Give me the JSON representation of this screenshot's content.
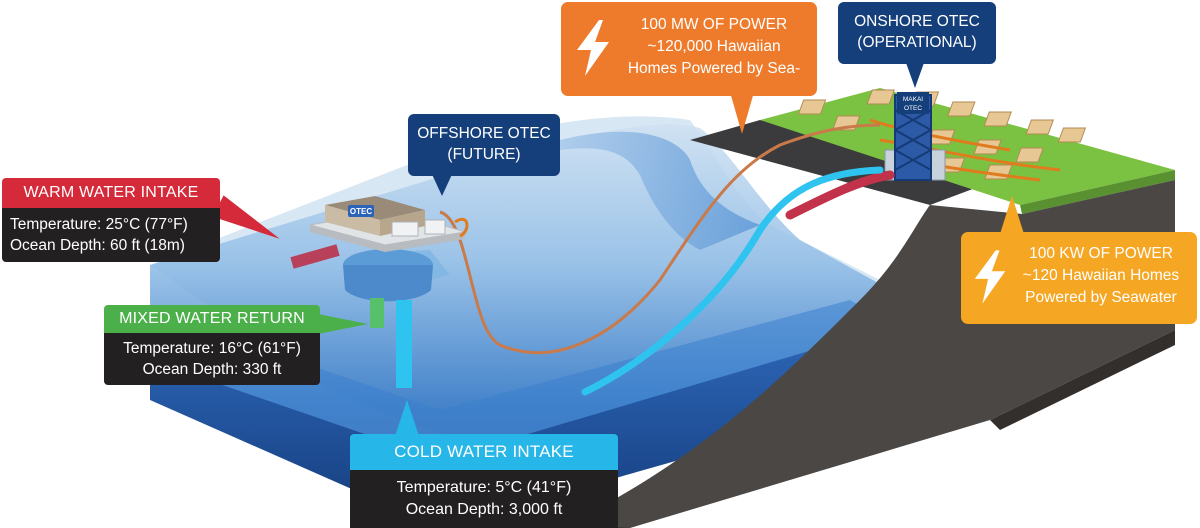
{
  "warm_intake": {
    "title": "WARM WATER INTAKE",
    "line1": "Temperature: 25°C (77°F)",
    "line2": "Ocean Depth: 60 ft (18m)",
    "color": "#d42a3a"
  },
  "mixed_return": {
    "title": "MIXED WATER RETURN",
    "line1": "Temperature: 16°C (61°F)",
    "line2": "Ocean Depth: 330 ft",
    "color": "#4cb04a"
  },
  "cold_intake": {
    "title": "COLD WATER INTAKE",
    "line1": "Temperature: 5°C (41°F)",
    "line2": "Ocean Depth: 3,000 ft",
    "color": "#27b6e8"
  },
  "offshore": {
    "line1": "OFFSHORE OTEC",
    "line2": "(FUTURE)",
    "color": "#153f7a"
  },
  "onshore": {
    "line1": "ONSHORE OTEC",
    "line2": "(OPERATIONAL)",
    "color": "#153f7a"
  },
  "power_mw": {
    "line1": "100 MW OF POWER",
    "line2": "~120,000 Hawaiian",
    "line3": "Homes Powered by Sea-",
    "color": "#ee7b2b",
    "icon": "lightning-bolt-icon"
  },
  "power_kw": {
    "line1": "100 KW OF POWER",
    "line2": "~120 Hawaiian Homes",
    "line3": "Powered by Seawater",
    "color": "#f5a623",
    "icon": "lightning-bolt-icon"
  },
  "platform_label": "OTEC",
  "tower_label_1": "MAKAI",
  "tower_label_2": "OTEC"
}
